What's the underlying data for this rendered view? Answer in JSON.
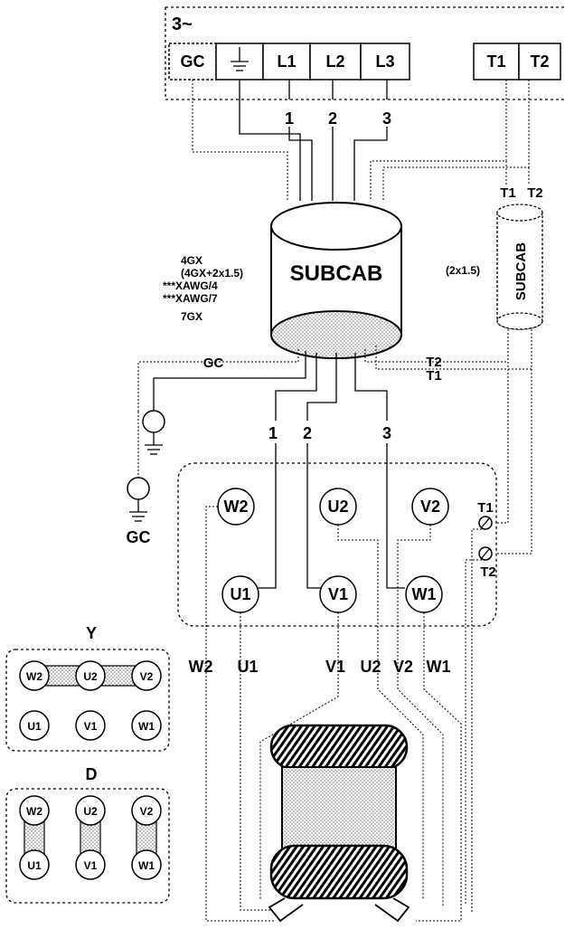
{
  "supply": {
    "phase_label": "3~",
    "terminals": [
      "GC",
      "L1",
      "L2",
      "L3"
    ],
    "thermal_terminals": [
      "T1",
      "T2"
    ]
  },
  "conductor_numbers": [
    "1",
    "2",
    "3"
  ],
  "main_cable": {
    "label": "SUBCAB",
    "variants": [
      "4GX",
      "(4GX+2x1.5)",
      "***XAWG/4",
      "***XAWG/7",
      "7GX"
    ]
  },
  "aux_cable": {
    "label": "SUBCAB",
    "spec": "(2x1.5)",
    "top_labels": [
      "T1",
      "T2"
    ]
  },
  "lower_labels": {
    "gc": "GC",
    "t2": "T2",
    "t1": "T1"
  },
  "ground_label": "GC",
  "motor_terminals": {
    "top_row": [
      "W2",
      "U2",
      "V2"
    ],
    "bottom_row": [
      "U1",
      "V1",
      "W1"
    ],
    "thermal": [
      "T1",
      "T2"
    ]
  },
  "lead_labels": [
    "W2",
    "U1",
    "V1",
    "U2",
    "V2",
    "W1"
  ],
  "connection_y": {
    "title": "Y",
    "top_row": [
      "W2",
      "U2",
      "V2"
    ],
    "bottom_row": [
      "U1",
      "V1",
      "W1"
    ]
  },
  "connection_d": {
    "title": "D",
    "top_row": [
      "W2",
      "U2",
      "V2"
    ],
    "bottom_row": [
      "U1",
      "V1",
      "W1"
    ]
  }
}
